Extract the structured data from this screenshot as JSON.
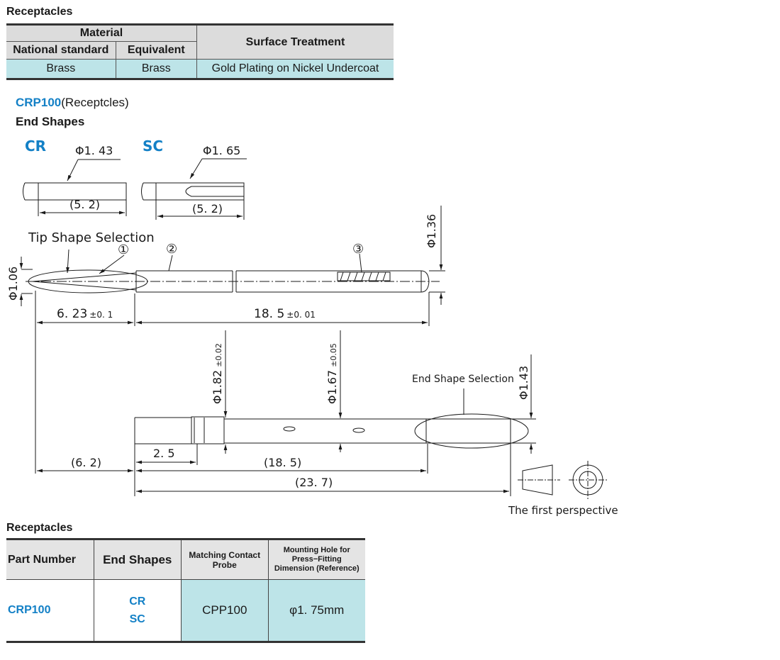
{
  "material_section": {
    "title": "Receptacles",
    "header_material": "Material",
    "header_national": "National standard",
    "header_equivalent": "Equivalent",
    "header_surface": "Surface Treatment",
    "row": {
      "national": "Brass",
      "equivalent": "Brass",
      "surface": "Gold Plating on Nickel Undercoat"
    }
  },
  "product": {
    "code": "CRP100",
    "desc": "(Receptcles)",
    "end_shapes_title": "End Shapes"
  },
  "end_shapes": {
    "cr": {
      "label": "CR",
      "dia": "Φ1. 43",
      "len": "(5. 2)"
    },
    "sc": {
      "label": "SC",
      "dia": "Φ1. 65",
      "len": "(5. 2)"
    }
  },
  "drawing": {
    "tip_shape_selection": "Tip Shape Selection",
    "callout_1": "①",
    "callout_2": "②",
    "callout_3": "③",
    "dia_106": "Φ1.06",
    "dia_136": "Φ1.36",
    "dim_623": "6. 23",
    "tol_623": "±0. 1",
    "dim_185": "18. 5",
    "tol_185": "±0. 01",
    "dia_182": "Φ1.82",
    "tol_182": "±0.02",
    "dia_167": "Φ1.67",
    "tol_167": "±0.05",
    "dia_143": "Φ1.43",
    "end_shape_selection": "End Shape Selection",
    "dim_25": "2. 5",
    "dim_62": "(6. 2)",
    "dim_185b": "(18. 5)",
    "dim_237": "(23. 7)",
    "first_perspective": "The first perspective"
  },
  "parts_section": {
    "title": "Receptacles",
    "headers": {
      "part_number": "Part Number",
      "end_shapes": "End Shapes",
      "matching_probe": "Matching Contact Probe",
      "mounting_hole_1": "Mounting Hole for",
      "mounting_hole_2": "Press−Fitting",
      "mounting_hole_3": "Dimension (Reference)"
    },
    "row": {
      "part_number": "CRP100",
      "end_shape_1": "CR",
      "end_shape_2": "SC",
      "probe": "CPP100",
      "hole": "φ1. 75mm"
    }
  },
  "colors": {
    "accent_blue": "#1380c6",
    "cell_cyan": "#bde4e8",
    "header_gray": "#dcdcdc"
  }
}
